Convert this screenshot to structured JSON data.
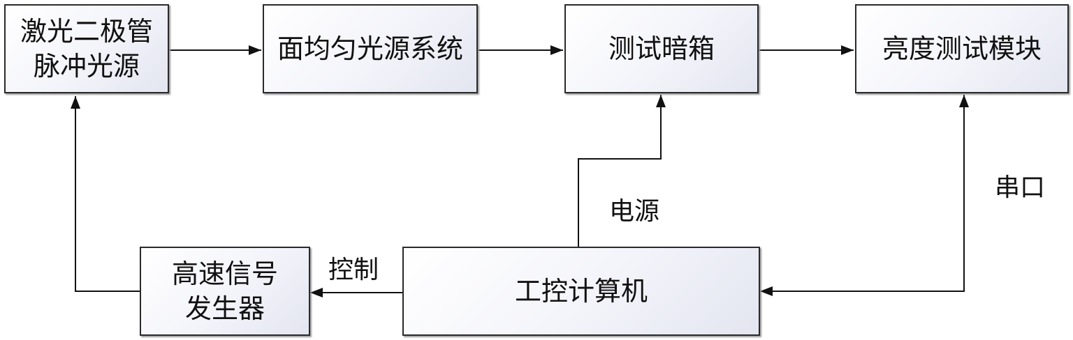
{
  "nodes": {
    "laser_diode": {
      "line1": "激光二极管",
      "line2": "脉冲光源"
    },
    "uniform_source": {
      "label": "面均匀光源系统"
    },
    "darkbox": {
      "label": "测试暗箱"
    },
    "luminance": {
      "label": "亮度测试模块"
    },
    "signal_gen": {
      "line1": "高速信号",
      "line2": "发生器"
    },
    "ipc": {
      "label": "工控计算机"
    }
  },
  "edges": {
    "power": "电源",
    "serial": "串口",
    "control": "控制"
  }
}
